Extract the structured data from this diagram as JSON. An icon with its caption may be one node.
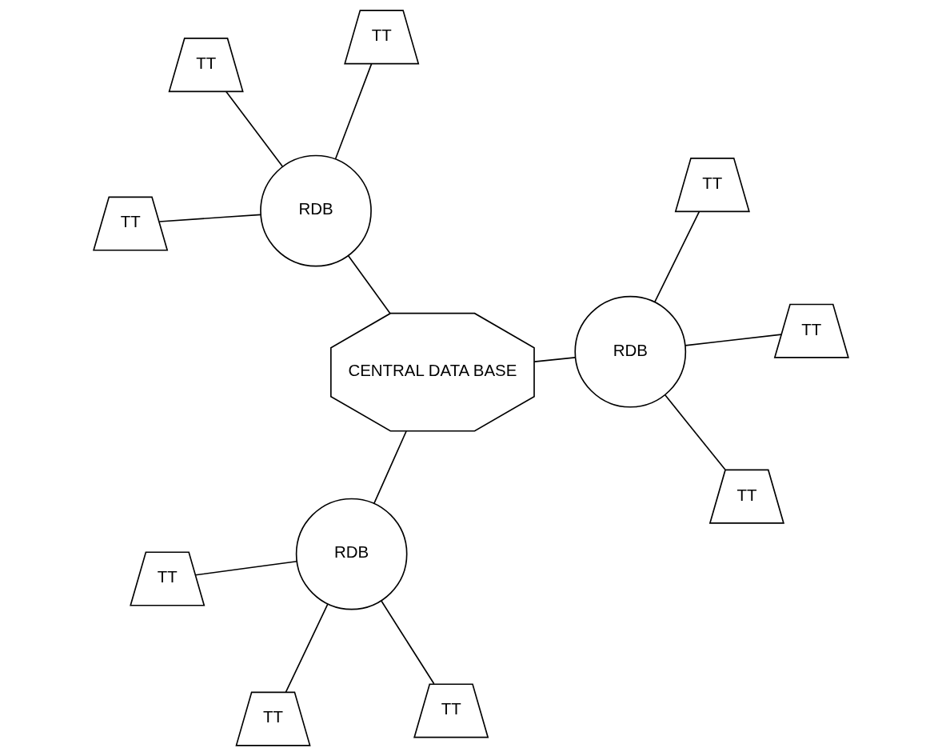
{
  "diagram": {
    "nodes": [
      {
        "text": [
          "TT"
        ]
      },
      {
        "text": [
          "TT"
        ]
      },
      {
        "text": [
          "TT"
        ]
      },
      {
        "text": [
          "RDB"
        ]
      },
      {
        "text": [
          "CENTRAL DATA BASE"
        ]
      },
      {
        "text": [
          "TT"
        ]
      },
      {
        "text": [
          "TT"
        ]
      },
      {
        "text": [
          "TT"
        ]
      },
      {
        "text": [
          "RDB"
        ]
      },
      {
        "text": [
          "RDB"
        ]
      },
      {
        "text": [
          "TT"
        ]
      },
      {
        "text": [
          "TT"
        ]
      },
      {
        "text": [
          "TT"
        ]
      }
    ],
    "edges": [
      {
        "from": 0,
        "to": 3,
        "arrow": "none"
      },
      {
        "from": 1,
        "to": 3,
        "arrow": "none"
      },
      {
        "from": 2,
        "to": 3,
        "arrow": "none"
      },
      {
        "from": 3,
        "to": 4,
        "arrow": "none"
      },
      {
        "from": 4,
        "to": 8,
        "arrow": "none"
      },
      {
        "from": 4,
        "to": 9,
        "arrow": "none"
      },
      {
        "from": 5,
        "to": 8,
        "arrow": "none"
      },
      {
        "from": 7,
        "to": 8,
        "arrow": "none"
      },
      {
        "from": 12,
        "to": 8,
        "arrow": "none"
      },
      {
        "from": 9,
        "to": 6,
        "arrow": "none"
      },
      {
        "from": 9,
        "to": 10,
        "arrow": "none"
      },
      {
        "from": 9,
        "to": 11,
        "arrow": "none"
      }
    ]
  }
}
